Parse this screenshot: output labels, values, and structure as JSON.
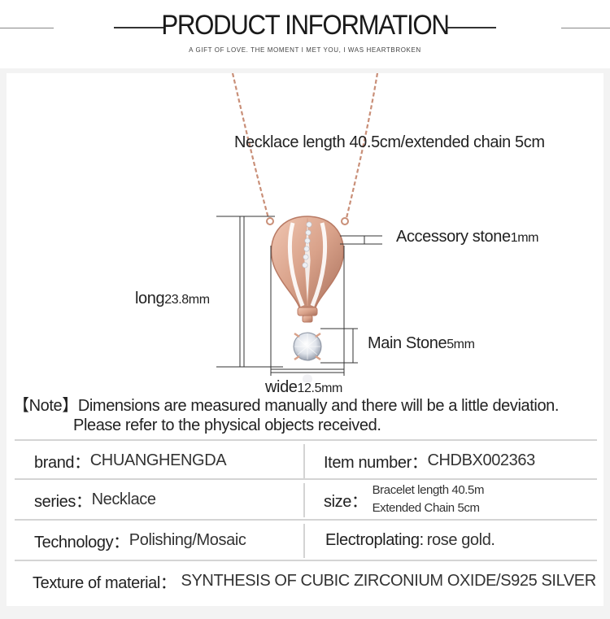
{
  "header": {
    "title": "PRODUCT INFORMATION",
    "subtitle": "A GIFT OF LOVE. THE MOMENT I MET YOU, I WAS HEARTBROKEN"
  },
  "figure": {
    "necklace_length": "Necklace length 40.5cm/extended chain 5cm",
    "accessory_stone": {
      "label": "Accessory stone",
      "value": "1mm"
    },
    "long": {
      "label": "long",
      "value": "23.8mm"
    },
    "main_stone": {
      "label": "Main Stone",
      "value": "5mm"
    },
    "wide": {
      "label": "wide",
      "value": "12.5mm"
    }
  },
  "note": {
    "line1": "【Note】Dimensions are measured manually and there will be a little deviation.",
    "line2": "Please refer to the physical objects received."
  },
  "specs": {
    "brand_key": "brand：",
    "brand_val": "CHUANGHENGDA",
    "item_key": "Item number：",
    "item_val": "CHDBX002363",
    "series_key": "series：",
    "series_val": "Necklace",
    "size_key": "size：",
    "size_val1": "Bracelet length 40.5m",
    "size_val2": "Extended Chain 5cm",
    "tech_key": "Technology：",
    "tech_val": "Polishing/Mosaic",
    "plating_key": "Electroplating:",
    "plating_val": "rose gold.",
    "texture_key": "Texture of material：",
    "texture_val": "SYNTHESIS OF CUBIC ZIRCONIUM OXIDE/S925 SILVER"
  },
  "colors": {
    "rose_gold": "#d9a28a",
    "rose_gold_dark": "#b87a64",
    "background": "#f3f3f3",
    "divider": "#d4d4d4"
  }
}
